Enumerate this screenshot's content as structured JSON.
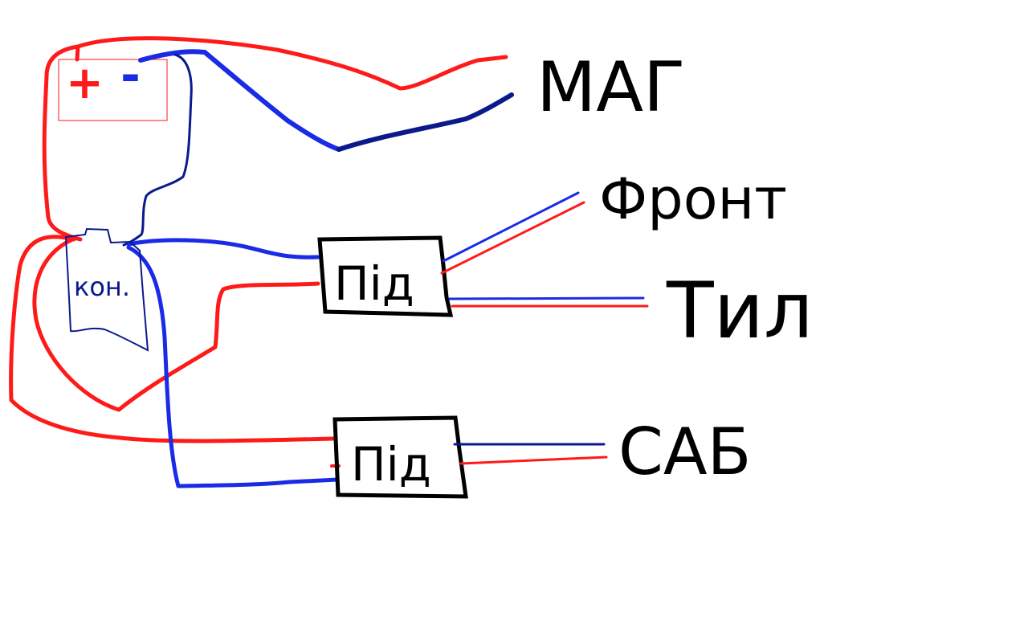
{
  "colors": {
    "positive": "#ff1a1a",
    "negative": "#1a2be6",
    "negative_dark": "#0a1a8c",
    "ink": "#000000",
    "background": "#ffffff"
  },
  "battery": {
    "plus": "+",
    "minus": "-"
  },
  "capacitor": {
    "label": "кон."
  },
  "amps": [
    {
      "label": "Під"
    },
    {
      "label": "Під"
    }
  ],
  "outputs": {
    "mag": "МАГ",
    "front": "Фронт",
    "rear": "Тил",
    "sub": "САБ"
  }
}
